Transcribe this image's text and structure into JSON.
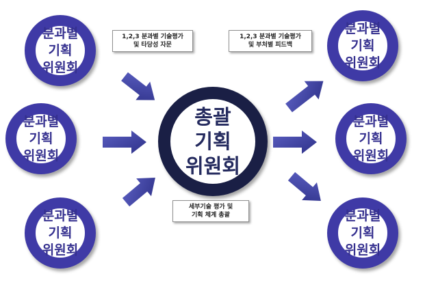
{
  "diagram": {
    "center": {
      "label": "총괄\n기획\n위원회"
    },
    "left_committees": [
      {
        "label": "분과별\n기획\n위원회"
      },
      {
        "label": "분과별\n기획\n위원회"
      },
      {
        "label": "분과별\n기획\n위원회"
      }
    ],
    "right_committees": [
      {
        "label": "분과별\n기획\n위원회"
      },
      {
        "label": "분과별\n기획\n위원회"
      },
      {
        "label": "분과별\n기획\n위원회"
      }
    ],
    "notes": {
      "left_top": "1,2,3 분과별 기술평가\n및 타당성 자문",
      "right_top": "1,2,3 분과별 기술평가\n및 부처별 피드백",
      "bottom_center": "세부기술 평가 및\n기획 체계 총괄"
    },
    "colors": {
      "committee_ring": "#3f3aa6",
      "center_ring": "#1a1f45",
      "arrow": "#3a3d9c"
    }
  }
}
